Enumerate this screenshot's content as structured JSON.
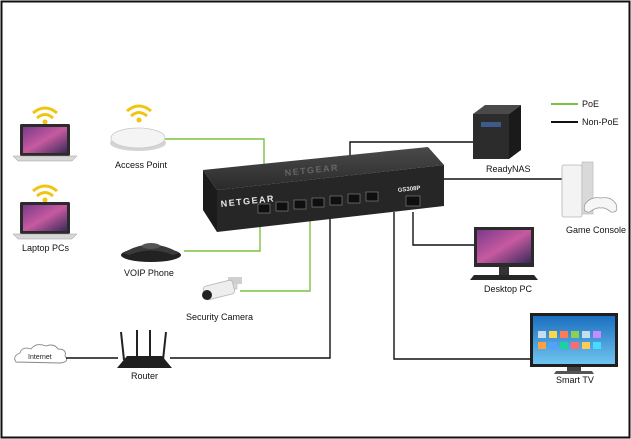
{
  "legend": {
    "poe": {
      "label": "PoE",
      "color": "#7cc242"
    },
    "non_poe": {
      "label": "Non-PoE",
      "color": "#111111"
    }
  },
  "switch": {
    "brand": "NETGEAR",
    "model": "GS308P"
  },
  "devices": {
    "laptops": "Laptop PCs",
    "access_point": "Access Point",
    "voip_phone": "VOIP Phone",
    "security_camera": "Security Camera",
    "router": "Router",
    "internet": "Internet",
    "readynas": "ReadyNAS",
    "game_console": "Game Console",
    "desktop_pc": "Desktop PC",
    "smart_tv": "Smart TV"
  },
  "icons": {
    "wifi": "wifi-icon",
    "laptop": "laptop-icon",
    "access_point": "access-point-icon",
    "phone": "conference-phone-icon",
    "camera": "security-camera-icon",
    "router": "router-icon",
    "cloud": "cloud-icon",
    "nas": "nas-icon",
    "console": "game-console-icon",
    "desktop": "desktop-monitor-icon",
    "tv": "smart-tv-icon"
  },
  "colors": {
    "wifi": "#f2c40f",
    "switch_body": "#2b2b2b",
    "frame": "#111111"
  }
}
